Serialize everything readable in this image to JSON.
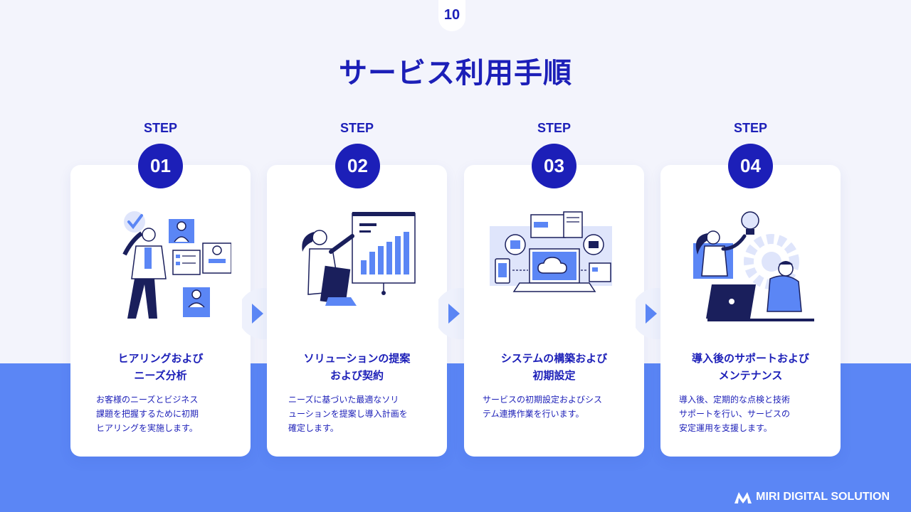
{
  "page_number": "10",
  "title": "サービス利用手順",
  "steps": [
    {
      "label": "STEP",
      "number": "01",
      "title_lines": [
        "ヒアリングおよび",
        "ニーズ分析"
      ],
      "desc_lines": [
        "お客様のニーズとビジネス",
        "課題を把握するために初期",
        "ヒアリングを実施します。"
      ],
      "icon": "consultation-illustration"
    },
    {
      "label": "STEP",
      "number": "02",
      "title_lines": [
        "ソリューションの提案",
        "および契約"
      ],
      "desc_lines": [
        "ニーズに基づいた最適なソリ",
        "ューションを提案し導入計画を",
        "確定します。"
      ],
      "icon": "presentation-illustration"
    },
    {
      "label": "STEP",
      "number": "03",
      "title_lines": [
        "システムの構築および",
        "初期設定"
      ],
      "desc_lines": [
        "サービスの初期設定およびシス",
        "テム連携作業を行います。"
      ],
      "icon": "cloud-system-illustration"
    },
    {
      "label": "STEP",
      "number": "04",
      "title_lines": [
        "導入後のサポートおよび",
        "メンテナンス"
      ],
      "desc_lines": [
        "導入後、定期的な点検と技術",
        "サポートを行い、サービスの",
        "安定運用を支援します。"
      ],
      "icon": "support-illustration"
    }
  ],
  "brand": "MIRI DIGITAL SOLUTION",
  "colors": {
    "primary": "#1c1fb8",
    "accent": "#5b86f5",
    "background": "#f3f4fc"
  }
}
